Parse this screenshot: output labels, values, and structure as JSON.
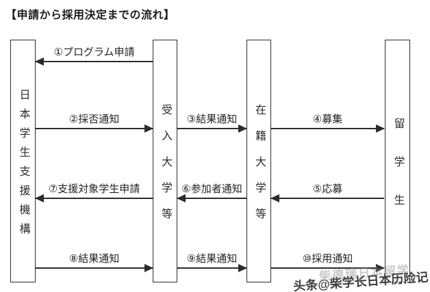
{
  "title": "【申請から採用決定までの流れ】",
  "actors": [
    {
      "name": "jasso",
      "label": "日本学生支援機構"
    },
    {
      "name": "host-university",
      "label": "受入大学等"
    },
    {
      "name": "home-university",
      "label": "在籍大学等"
    },
    {
      "name": "student",
      "label": "留学生"
    }
  ],
  "flows": [
    {
      "step": "1",
      "label": "①プログラム申請",
      "from": "受入大学等",
      "to": "日本学生支援機構",
      "direction": "left"
    },
    {
      "step": "2",
      "label": "②採否通知",
      "from": "日本学生支援機構",
      "to": "受入大学等",
      "direction": "right"
    },
    {
      "step": "3",
      "label": "③結果通知",
      "from": "受入大学等",
      "to": "在籍大学等",
      "direction": "right"
    },
    {
      "step": "4",
      "label": "④募集",
      "from": "在籍大学等",
      "to": "留学生",
      "direction": "right"
    },
    {
      "step": "5",
      "label": "⑤応募",
      "from": "留学生",
      "to": "在籍大学等",
      "direction": "left"
    },
    {
      "step": "6",
      "label": "⑥参加者通知",
      "from": "在籍大学等",
      "to": "受入大学等",
      "direction": "left"
    },
    {
      "step": "7",
      "label": "⑦支援対象学生申請",
      "from": "受入大学等",
      "to": "日本学生支援機構",
      "direction": "left"
    },
    {
      "step": "8",
      "label": "⑧結果通知",
      "from": "日本学生支援機構",
      "to": "受入大学等",
      "direction": "right"
    },
    {
      "step": "9",
      "label": "⑨結果通知",
      "from": "受入大学等",
      "to": "在籍大学等",
      "direction": "right"
    },
    {
      "step": "10",
      "label": "⑩採用通知",
      "from": "在籍大学等",
      "to": "留学生",
      "direction": "right"
    }
  ],
  "watermark": {
    "main": "头条@柴学长日本历险记",
    "ghost": "柴德瑞日本留学"
  },
  "colors": {
    "ink": "#2b2b2b",
    "background": "#ffffff",
    "watermark": "#3d3d3d"
  }
}
